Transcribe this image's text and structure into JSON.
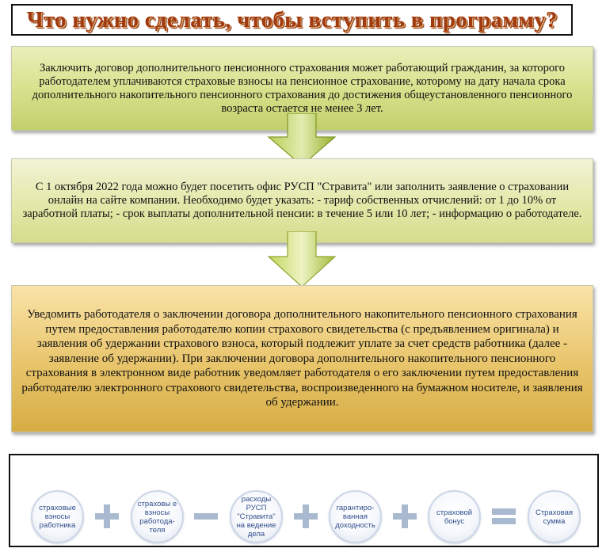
{
  "title": "Что нужно сделать, чтобы вступить в программу?",
  "steps": [
    {
      "text": "Заключить договор  дополнительного пенсионного страхования может работающий гражданин, за которого работодателем уплачиваются страховые взносы на пенсионное страхование, которому на дату начала срока дополнительного накопительного пенсионного страхования до достижения общеустановленного пенсионного возраста остается не менее 3  лет."
    },
    {
      "text": "С 1 октября 2022 года можно будет посетить офис РУСП \"Стравита\" или заполнить заявление о страховании онлайн на сайте компании. Необходимо будет указать: - тариф собственных отчислений: от 1 до 10% от заработной платы; - срок выплаты  дополнительной пенсии: в течение 5 или 10 лет; - информацию о работодателе."
    },
    {
      "text": "Уведомить работодателя о заключении договора дополнительного накопительного пенсионного страхования путем предоставления работодателю копии страхового свидетельства (с предъявлением оригинала) и заявления об удержании страхового взноса, который подлежит уплате за счет средств работника (далее - заявление об удержании). При заключении договора дополнительного накопительного пенсионного страхования в электронном виде работник уведомляет работодателя о его заключении путем предоставления работодателю электронного страхового свидетельства, воспроизведенного на бумажном носителе, и заявления об удержании."
    }
  ],
  "formula": {
    "items": [
      {
        "label": "страховые взносы работника"
      },
      {
        "label": "страховы е взносы работода-теля"
      },
      {
        "label": "расходы РУСП \"Стравита\" на ведение дела"
      },
      {
        "label": "гарантиро-ванная доходность"
      },
      {
        "label": "страховой бонус"
      },
      {
        "label": "Страховая сумма"
      }
    ],
    "operators": [
      "plus",
      "minus",
      "plus",
      "plus",
      "equals"
    ]
  },
  "colors": {
    "title": "#a03a10",
    "arrow": "#9bb83a",
    "step1": "#d6e08a",
    "step2": "#e3e8a9",
    "step3": "#e8c46a",
    "circle_text": "#2f4e8c",
    "operator": "#a9b9cf"
  }
}
